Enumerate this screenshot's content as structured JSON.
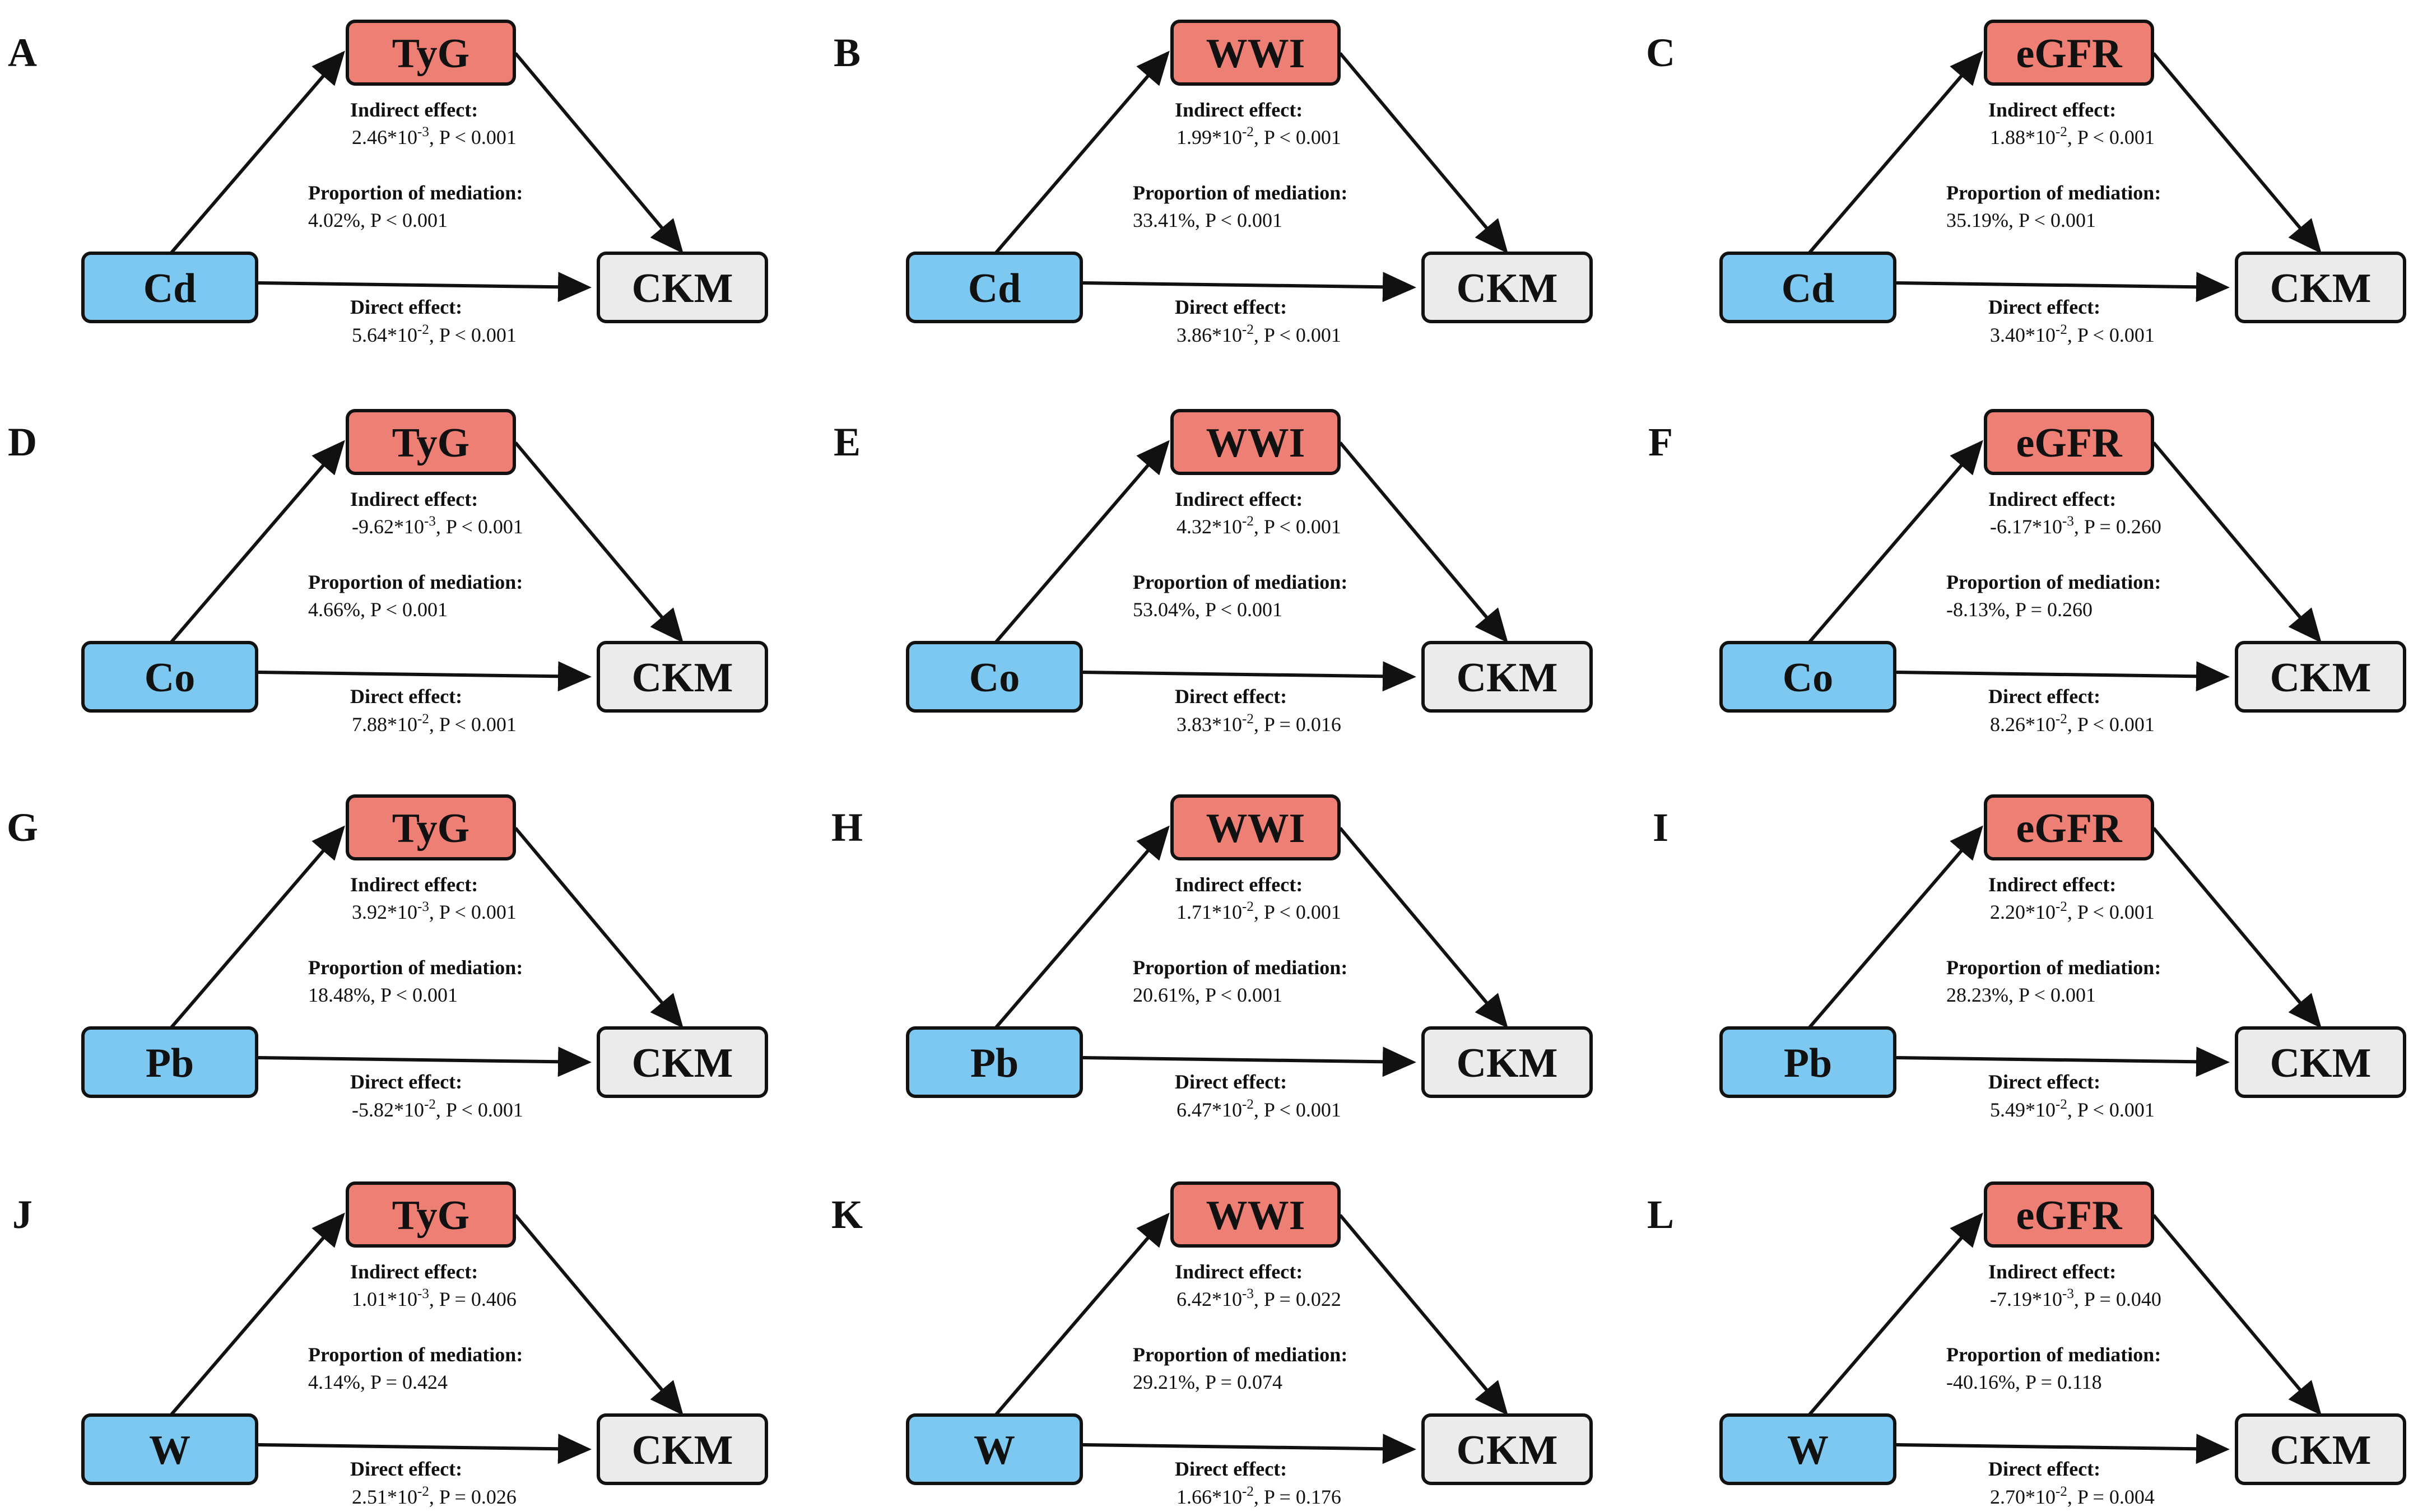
{
  "colors": {
    "mediator_fill": "#EE7F74",
    "exposure_fill": "#7CC8F0",
    "outcome_fill": "#EBEBEB",
    "stroke": "#111111",
    "text": "#111111"
  },
  "labels": {
    "indirect": "Indirect effect:",
    "proportion": "Proportion of mediation:",
    "direct": "Direct effect:"
  },
  "panels": [
    {
      "letter": "A",
      "exposure": "Cd",
      "mediator": "TyG",
      "outcome": "CKM",
      "indirect": {
        "mant": "2.46",
        "exp": "-3",
        "p": "P < 0.001"
      },
      "proportion": "4.02%, P < 0.001",
      "direct": {
        "mant": "5.64",
        "exp": "-2",
        "p": "P < 0.001"
      }
    },
    {
      "letter": "B",
      "exposure": "Cd",
      "mediator": "WWI",
      "outcome": "CKM",
      "indirect": {
        "mant": "1.99",
        "exp": "-2",
        "p": "P < 0.001"
      },
      "proportion": "33.41%, P < 0.001",
      "direct": {
        "mant": "3.86",
        "exp": "-2",
        "p": "P < 0.001"
      }
    },
    {
      "letter": "C",
      "exposure": "Cd",
      "mediator": "eGFR",
      "outcome": "CKM",
      "indirect": {
        "mant": "1.88",
        "exp": "-2",
        "p": "P < 0.001"
      },
      "proportion": "35.19%, P < 0.001",
      "direct": {
        "mant": "3.40",
        "exp": "-2",
        "p": "P < 0.001"
      }
    },
    {
      "letter": "D",
      "exposure": "Co",
      "mediator": "TyG",
      "outcome": "CKM",
      "indirect": {
        "mant": "-9.62",
        "exp": "-3",
        "p": "P < 0.001"
      },
      "proportion": "4.66%, P < 0.001",
      "direct": {
        "mant": "7.88",
        "exp": "-2",
        "p": "P < 0.001"
      }
    },
    {
      "letter": "E",
      "exposure": "Co",
      "mediator": "WWI",
      "outcome": "CKM",
      "indirect": {
        "mant": "4.32",
        "exp": "-2",
        "p": "P < 0.001"
      },
      "proportion": "53.04%, P < 0.001",
      "direct": {
        "mant": "3.83",
        "exp": "-2",
        "p": "P = 0.016"
      }
    },
    {
      "letter": "F",
      "exposure": "Co",
      "mediator": "eGFR",
      "outcome": "CKM",
      "indirect": {
        "mant": "-6.17",
        "exp": "-3",
        "p": "P = 0.260"
      },
      "proportion": "-8.13%, P = 0.260",
      "direct": {
        "mant": "8.26",
        "exp": "-2",
        "p": "P < 0.001"
      }
    },
    {
      "letter": "G",
      "exposure": "Pb",
      "mediator": "TyG",
      "outcome": "CKM",
      "indirect": {
        "mant": "3.92",
        "exp": "-3",
        "p": "P < 0.001"
      },
      "proportion": "18.48%, P < 0.001",
      "direct": {
        "mant": "-5.82",
        "exp": "-2",
        "p": "P < 0.001"
      }
    },
    {
      "letter": "H",
      "exposure": "Pb",
      "mediator": "WWI",
      "outcome": "CKM",
      "indirect": {
        "mant": "1.71",
        "exp": "-2",
        "p": "P < 0.001"
      },
      "proportion": "20.61%, P < 0.001",
      "direct": {
        "mant": "6.47",
        "exp": "-2",
        "p": "P < 0.001"
      }
    },
    {
      "letter": "I",
      "exposure": "Pb",
      "mediator": "eGFR",
      "outcome": "CKM",
      "indirect": {
        "mant": "2.20",
        "exp": "-2",
        "p": "P < 0.001"
      },
      "proportion": "28.23%, P < 0.001",
      "direct": {
        "mant": "5.49",
        "exp": "-2",
        "p": "P < 0.001"
      }
    },
    {
      "letter": "J",
      "exposure": "W",
      "mediator": "TyG",
      "outcome": "CKM",
      "indirect": {
        "mant": "1.01",
        "exp": "-3",
        "p": "P = 0.406"
      },
      "proportion": "4.14%, P = 0.424",
      "direct": {
        "mant": "2.51",
        "exp": "-2",
        "p": "P = 0.026"
      }
    },
    {
      "letter": "K",
      "exposure": "W",
      "mediator": "WWI",
      "outcome": "CKM",
      "indirect": {
        "mant": "6.42",
        "exp": "-3",
        "p": "P = 0.022"
      },
      "proportion": "29.21%, P = 0.074",
      "direct": {
        "mant": "1.66",
        "exp": "-2",
        "p": "P = 0.176"
      }
    },
    {
      "letter": "L",
      "exposure": "W",
      "mediator": "eGFR",
      "outcome": "CKM",
      "indirect": {
        "mant": "-7.19",
        "exp": "-3",
        "p": "P = 0.040"
      },
      "proportion": "-40.16%, P = 0.118",
      "direct": {
        "mant": "2.70",
        "exp": "-2",
        "p": "P = 0.004"
      }
    }
  ]
}
